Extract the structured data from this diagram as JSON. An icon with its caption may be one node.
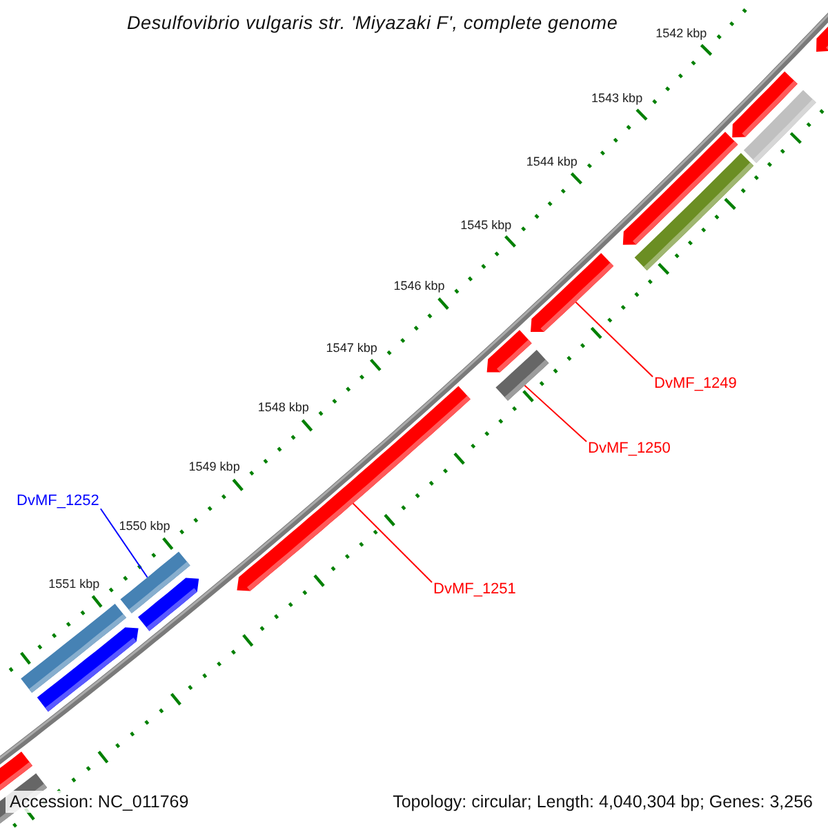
{
  "diagram": {
    "title": "Desulfovibrio vulgaris str. 'Miyazaki F', complete genome",
    "nodes": [
      {
        "text": [
          "DvMF_1249"
        ]
      },
      {
        "text": [],
        "shape": "arrow"
      },
      {
        "text": [
          "DvMF_1250"
        ]
      },
      {
        "text": [],
        "shape": "bar"
      },
      {
        "text": [
          "DvMF_1251"
        ]
      },
      {
        "text": [],
        "shape": "arrow"
      },
      {
        "text": [
          "DvMF_1252"
        ]
      },
      {
        "text": [],
        "shape": "bar"
      },
      {
        "text": [],
        "shape": "arrow"
      },
      {
        "text": [],
        "shape": "arrow"
      },
      {
        "text": [],
        "shape": "bar"
      },
      {
        "text": [],
        "shape": "arrow"
      },
      {
        "text": [],
        "shape": "bar"
      },
      {
        "text": [],
        "shape": "arrow"
      },
      {
        "text": [],
        "shape": "bar"
      },
      {
        "text": [],
        "shape": "arrow"
      },
      {
        "text": [],
        "shape": "arrow"
      },
      {
        "text": [],
        "shape": "arrow"
      },
      {
        "text": [],
        "shape": "bar"
      }
    ],
    "edges": [
      {
        "from": 0,
        "to": 1,
        "arrow": "none"
      },
      {
        "from": 2,
        "to": 3,
        "arrow": "none"
      },
      {
        "from": 4,
        "to": 5,
        "arrow": "none"
      },
      {
        "from": 6,
        "to": 7,
        "arrow": "none",
        "color": "#0000ff"
      }
    ],
    "labels": [
      "1542 kbp",
      "1543 kbp",
      "1544 kbp",
      "1545 kbp",
      "1546 kbp",
      "1547 kbp",
      "1548 kbp",
      "1549 kbp",
      "1550 kbp",
      "1551 kbp",
      "Accession: NC_011769",
      "Topology: circular; Length: 4,040,304 bp; Genes: 3,256"
    ]
  }
}
